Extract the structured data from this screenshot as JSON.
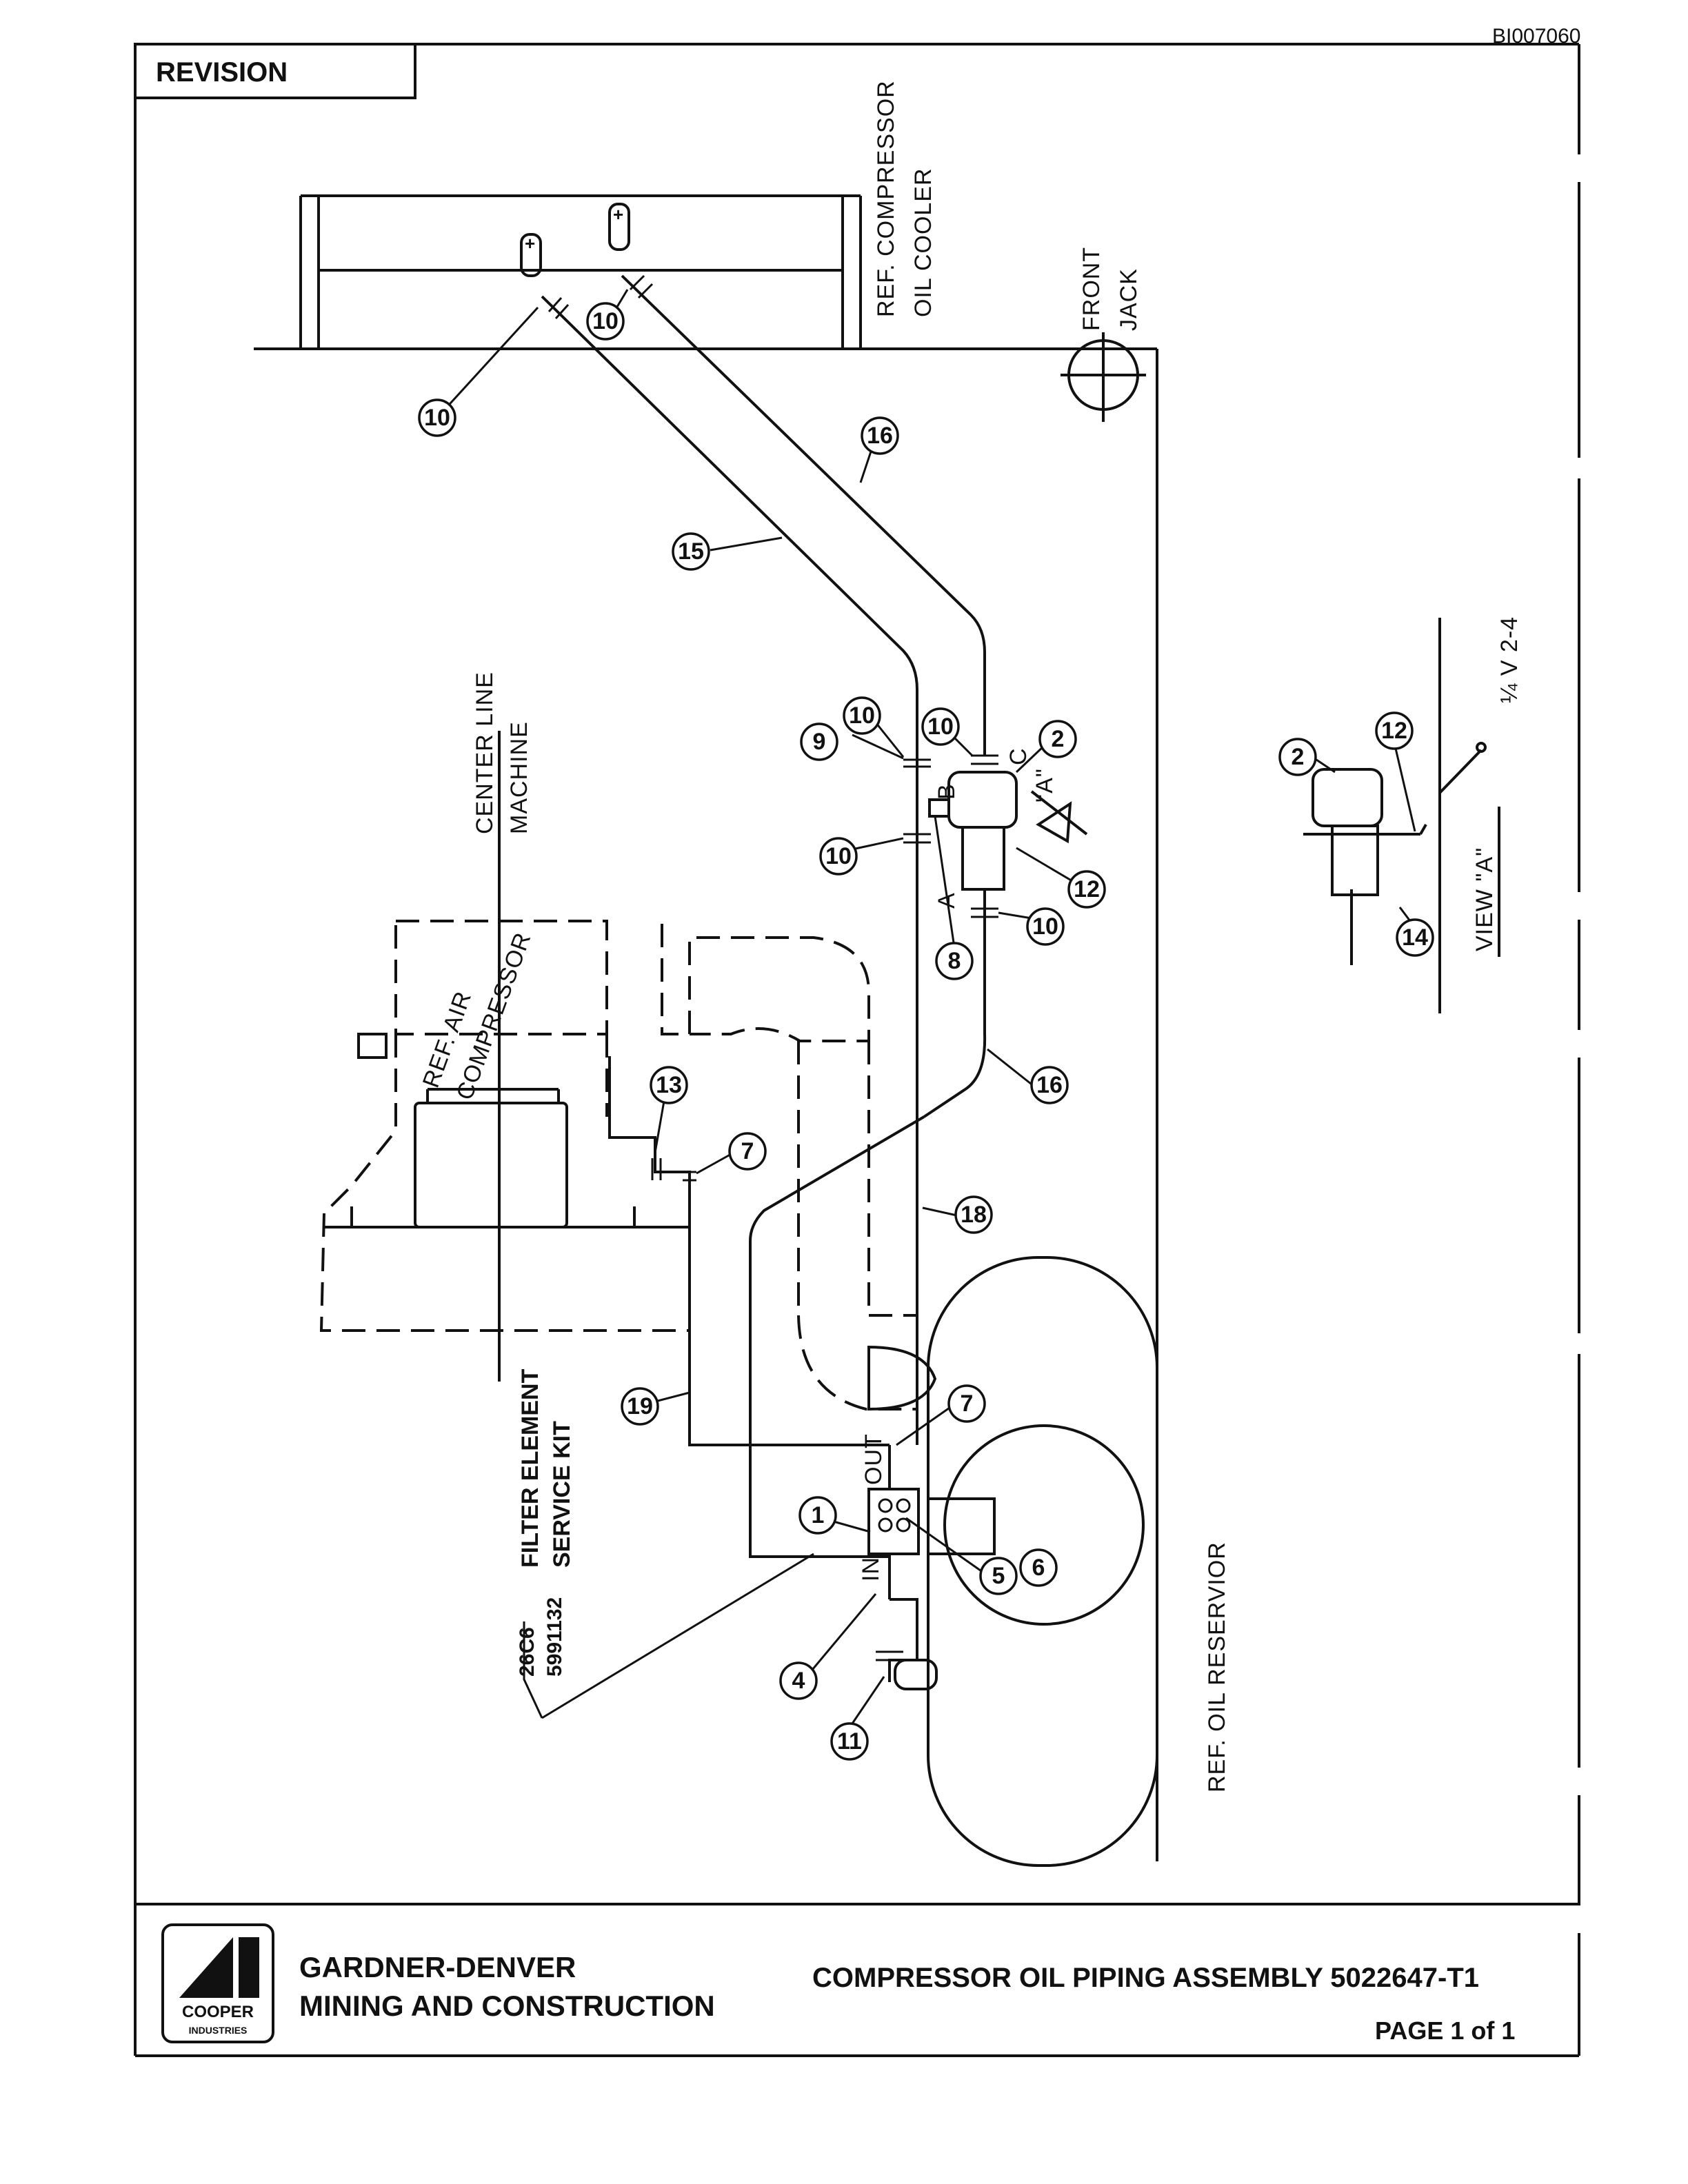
{
  "doc_id": "BI007060",
  "revision_label": "REVISION",
  "labels": {
    "oil_cooler": [
      "REF. COMPRESSOR",
      "OIL COOLER"
    ],
    "front_jack": [
      "FRONT",
      "JACK"
    ],
    "center_line": [
      "CENTER LINE",
      "MACHINE"
    ],
    "air_compressor": [
      "REF. AIR",
      "COMPRESSOR"
    ],
    "filter": [
      "FILTER ELEMENT",
      "SERVICE KIT"
    ],
    "part_numbers": [
      "26C6",
      "5991132"
    ],
    "oil_reservoir": "REF. OIL RESERVIOR",
    "view_a": "VIEW \"A\"",
    "section_a": "\"A\"",
    "weld": "¼ V 2-4",
    "ports": {
      "in": "IN",
      "out": "OUT",
      "a": "A",
      "b": "B",
      "c": "C"
    }
  },
  "callouts": {
    "c10a": "10",
    "c10b": "10",
    "c16a": "16",
    "c15": "15",
    "c9": "9",
    "c10c": "10",
    "c10d": "10",
    "c2": "2",
    "c10e": "10",
    "c12": "12",
    "c8": "8",
    "c10f": "10",
    "c16b": "16",
    "c13": "13",
    "c7a": "7",
    "c18": "18",
    "c19": "19",
    "c7b": "7",
    "c1": "1",
    "c5": "5",
    "c6": "6",
    "c4": "4",
    "c11": "11",
    "v2": "2",
    "v12": "12",
    "v14": "14"
  },
  "title_block": {
    "logo_text": [
      "COOPER",
      "INDUSTRIES"
    ],
    "company": [
      "GARDNER-DENVER",
      "MINING AND CONSTRUCTION"
    ],
    "title": "COMPRESSOR OIL PIPING ASSEMBLY  5022647-T1",
    "page": "PAGE  1 of  1"
  }
}
